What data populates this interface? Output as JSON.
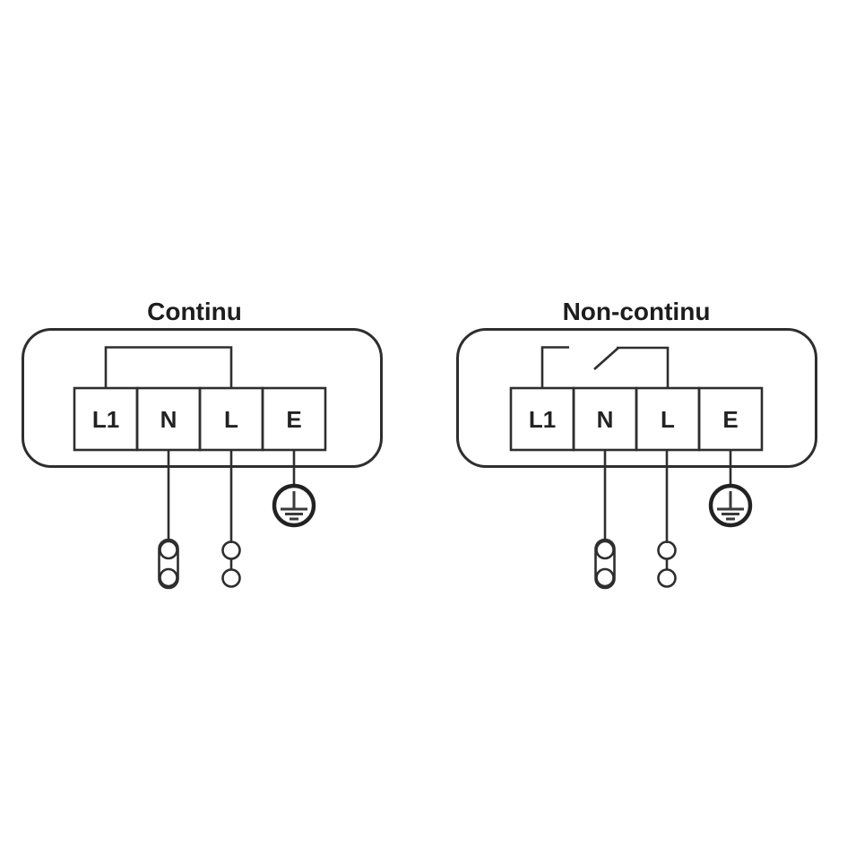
{
  "canvas": {
    "background": "#ffffff",
    "line_color": "#2e2e2e",
    "text_color": "#1d1d1d"
  },
  "diagrams": [
    {
      "title": "Continu",
      "terminals": [
        "L1",
        "N",
        "L",
        "E"
      ],
      "link_type": "solid-bridge",
      "icons": [
        "bridge-link",
        "capsule-connector",
        "pin-connector",
        "protective-earth"
      ]
    },
    {
      "title": "Non-continu",
      "terminals": [
        "L1",
        "N",
        "L",
        "E"
      ],
      "link_type": "open-switch-contact",
      "icons": [
        "switch-open-contact",
        "capsule-connector",
        "pin-connector",
        "protective-earth"
      ]
    }
  ]
}
